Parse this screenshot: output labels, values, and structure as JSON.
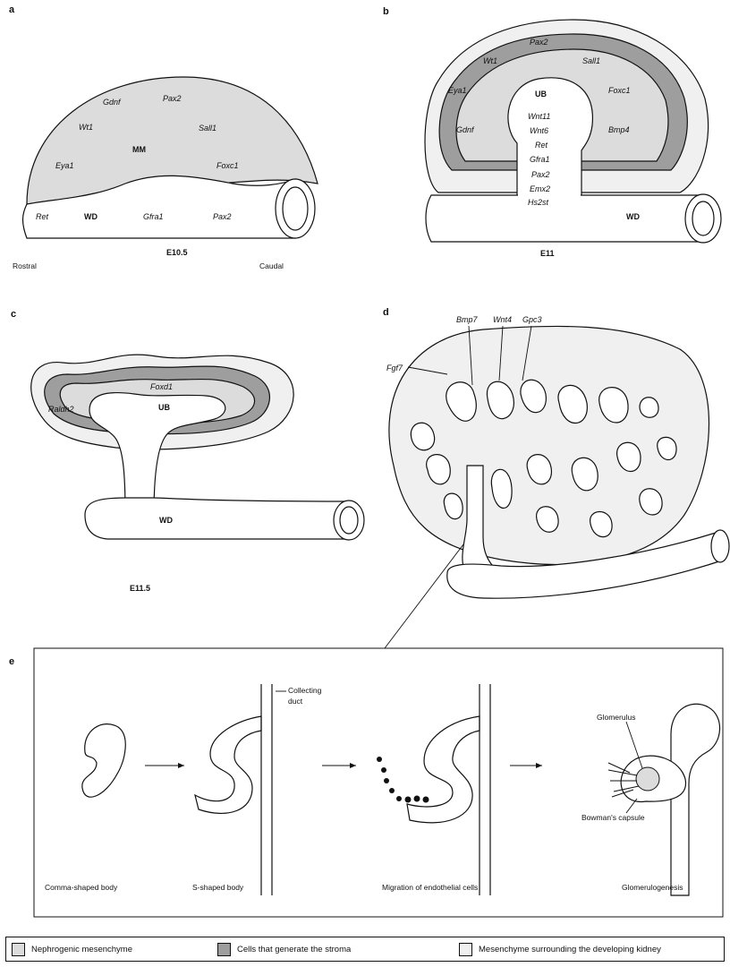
{
  "panels": {
    "a": {
      "letter": "a",
      "stage": "E10.5",
      "rostral": "Rostral",
      "caudal": "Caudal",
      "mm": "MM",
      "wd": "WD",
      "genes_mm": [
        "Gdnf",
        "Pax2",
        "Wt1",
        "Sall1",
        "Eya1",
        "Foxc1"
      ],
      "genes_wd": [
        "Ret",
        "Gfra1",
        "Pax2"
      ]
    },
    "b": {
      "letter": "b",
      "stage": "E11",
      "ub": "UB",
      "wd": "WD",
      "genes_outer": [
        "Pax2",
        "Wt1",
        "Sall1",
        "Eya1",
        "Foxc1",
        "Gdnf",
        "Bmp4"
      ],
      "genes_ub": [
        "Wnt11",
        "Wnt6",
        "Ret",
        "Gfra1",
        "Pax2",
        "Emx2",
        "Hs2st"
      ]
    },
    "c": {
      "letter": "c",
      "stage": "E11.5",
      "ub": "UB",
      "wd": "WD",
      "genes": [
        "Foxd1",
        "Raldh2"
      ]
    },
    "d": {
      "letter": "d",
      "genes": [
        "Bmp7",
        "Wnt4",
        "Gpc3",
        "Fgf7"
      ]
    },
    "e": {
      "letter": "e",
      "labels": {
        "collecting_duct": "Collecting duct",
        "glomerulus": "Glomerulus",
        "bowmans_capsule": "Bowman's capsule"
      },
      "captions": [
        "Comma-shaped body",
        "S-shaped body",
        "Migration of endothelial cells",
        "Glomerulogenesis"
      ]
    }
  },
  "legend": [
    {
      "label": "Nephrogenic mesenchyme",
      "color": "#dcdcdc"
    },
    {
      "label": "Cells that generate the stroma",
      "color": "#9e9e9e"
    },
    {
      "label": "Mesenchyme surrounding the developing kidney",
      "color": "#f0f0f0"
    }
  ]
}
